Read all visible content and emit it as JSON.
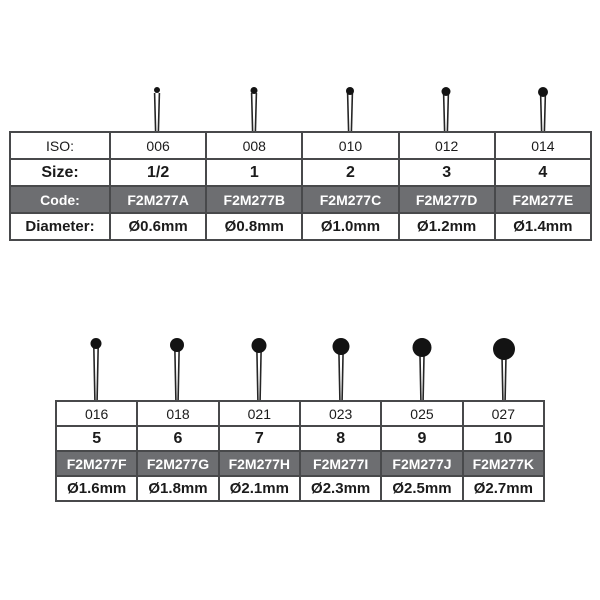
{
  "top": {
    "labels": {
      "iso": "ISO:",
      "size": "Size:",
      "code": "Code:",
      "diameter": "Diameter:"
    },
    "columns": [
      {
        "iso": "006",
        "size": "1/2",
        "code": "F2M277A",
        "diameter": "Ø0.6mm",
        "ball_r": "3"
      },
      {
        "iso": "008",
        "size": "1",
        "code": "F2M277B",
        "diameter": "Ø0.8mm",
        "ball_r": "3.5"
      },
      {
        "iso": "010",
        "size": "2",
        "code": "F2M277C",
        "diameter": "Ø1.0mm",
        "ball_r": "4"
      },
      {
        "iso": "012",
        "size": "3",
        "code": "F2M277D",
        "diameter": "Ø1.2mm",
        "ball_r": "4.5"
      },
      {
        "iso": "014",
        "size": "4",
        "code": "F2M277E",
        "diameter": "Ø1.4mm",
        "ball_r": "5"
      }
    ]
  },
  "bottom": {
    "columns": [
      {
        "iso": "016",
        "size": "5",
        "code": "F2M277F",
        "diameter": "Ø1.6mm",
        "ball_r": "5.5"
      },
      {
        "iso": "018",
        "size": "6",
        "code": "F2M277G",
        "diameter": "Ø1.8mm",
        "ball_r": "7"
      },
      {
        "iso": "021",
        "size": "7",
        "code": "F2M277H",
        "diameter": "Ø2.1mm",
        "ball_r": "7.5"
      },
      {
        "iso": "023",
        "size": "8",
        "code": "F2M277I",
        "diameter": "Ø2.3mm",
        "ball_r": "8.5"
      },
      {
        "iso": "025",
        "size": "9",
        "code": "F2M277J",
        "diameter": "Ø2.5mm",
        "ball_r": "9.5"
      },
      {
        "iso": "027",
        "size": "10",
        "code": "F2M277K",
        "diameter": "Ø2.7mm",
        "ball_r": "11"
      }
    ]
  },
  "colors": {
    "code_row_bg": "#6d6e71",
    "grid_border": "#48494b",
    "bur_ball": "#131313"
  }
}
